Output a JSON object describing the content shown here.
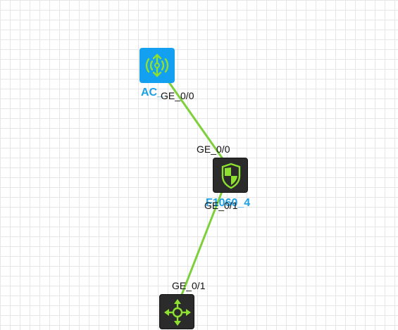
{
  "colors": {
    "link": "#7ed03a",
    "device_label": "#1aa0e6",
    "ac_bg": "#14a0f0",
    "device_dark_bg": "#2b2b2b",
    "icon_green": "#8ee030"
  },
  "devices": {
    "ac": {
      "label": "AC_",
      "icon": "wireless-ac-icon"
    },
    "firewall": {
      "label": "F1060_4",
      "icon": "firewall-shield-icon"
    },
    "router": {
      "label": "",
      "icon": "router-arrows-icon"
    }
  },
  "links": [
    {
      "from": "ac",
      "to": "firewall",
      "from_port": "GE_0/0",
      "to_port": "GE_0/0"
    },
    {
      "from": "firewall",
      "to": "router",
      "from_port": "GE_0/1",
      "to_port": "GE_0/1"
    }
  ]
}
